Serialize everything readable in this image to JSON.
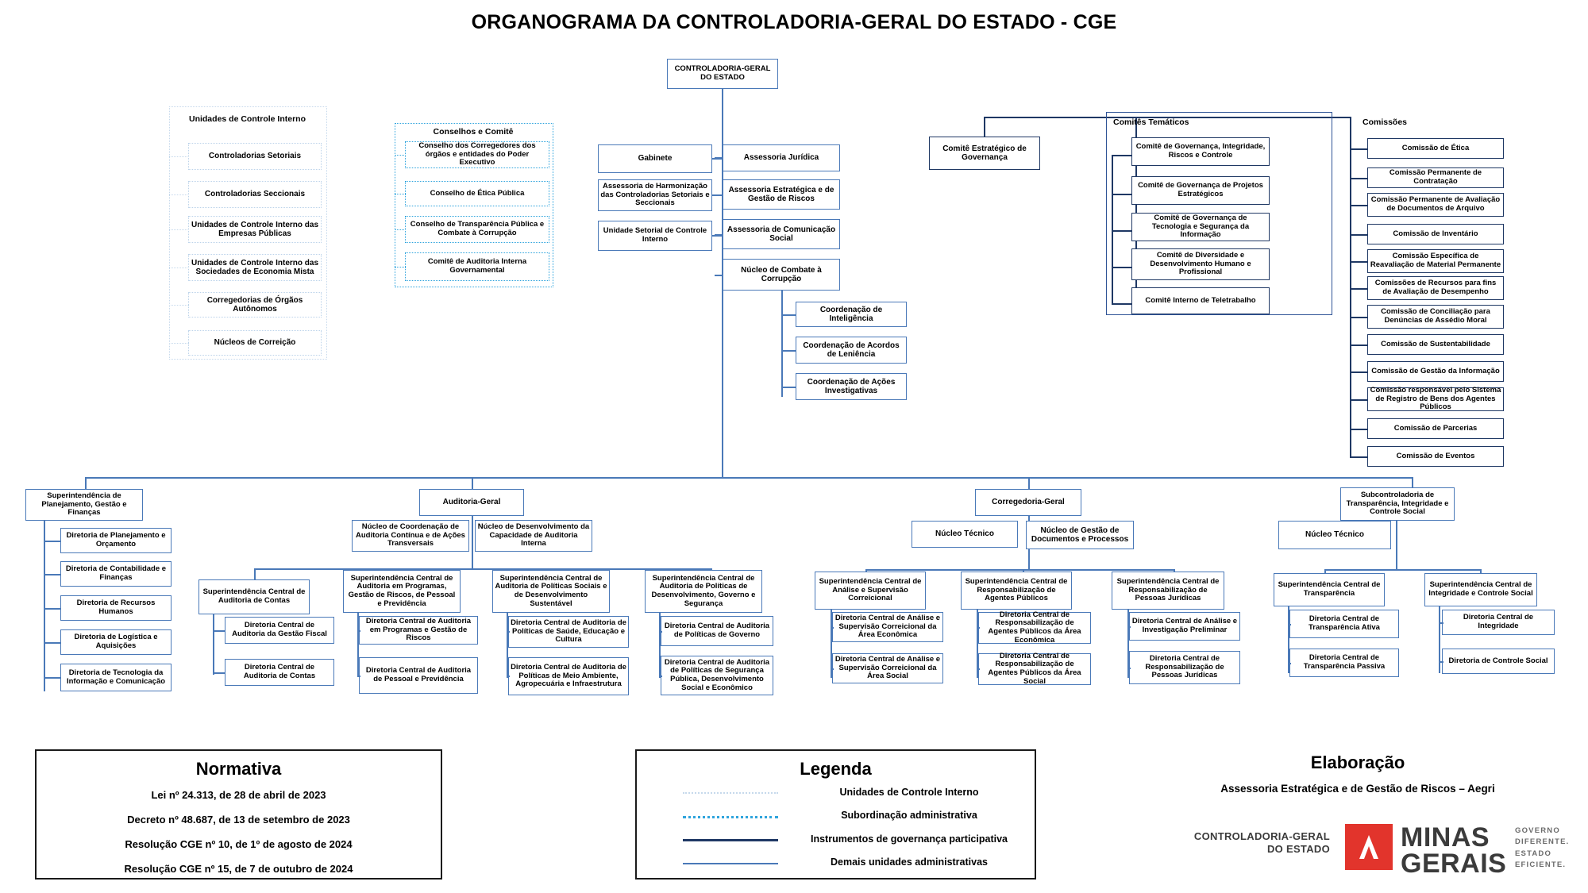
{
  "title": "ORGANOGRAMA DA CONTROLADORIA-GERAL DO ESTADO - CGE",
  "root": {
    "label": "CONTROLADORIA-GERAL DO ESTADO"
  },
  "groups": {
    "unidades_controle_interno": {
      "label": "Unidades de Controle Interno",
      "items": [
        "Controladorias Setoriais",
        "Controladorias Seccionais",
        "Unidades de Controle Interno das Empresas Públicas",
        "Unidades de Controle Interno das Sociedades de Economia Mista",
        "Corregedorias de Órgãos Autônomos",
        "Núcleos de Correição"
      ]
    },
    "conselhos_comite": {
      "label": "Conselhos e Comitê",
      "items": [
        "Conselho dos Corregedores dos órgãos e entidades do Poder Executivo",
        "Conselho de Ética Pública",
        "Conselho de Transparência Pública e Combate à Corrupção",
        "Comitê de Auditoria Interna Governamental"
      ]
    },
    "comites_tematicos": {
      "label": "Comitês Temáticos",
      "items": [
        "Comitê de Governança, Integridade, Riscos e Controle",
        "Comitê de Governança de Projetos Estratégicos",
        "Comitê de Governança de Tecnologia e Segurança da Informação",
        "Comitê de Diversidade e Desenvolvimento Humano e Profissional",
        "Comitê Interno de Teletrabalho"
      ]
    },
    "comissoes": {
      "label": "Comissões",
      "items": [
        "Comissão de Ética",
        "Comissão Permanente de Contratação",
        "Comissão Permanente de Avaliação de Documentos de Arquivo",
        "Comissão de Inventário",
        "Comissão Específica de Reavaliação de Material Permanente",
        "Comissões de Recursos para fins de Avaliação de Desempenho",
        "Comissão de Conciliação para Denúncias de Assédio Moral",
        "Comissão de Sustentabilidade",
        "Comissão de Gestão da Informação",
        "Comissão responsável pelo Sistema de Registro de Bens dos Agentes Públicos",
        "Comissão de Parcerias",
        "Comissão de Eventos"
      ]
    }
  },
  "staff_left": [
    "Gabinete",
    "Assessoria de Harmonização das Controladorias Setoriais e Seccionais",
    "Unidade Setorial de Controle Interno"
  ],
  "staff_right": [
    "Assessoria Jurídica",
    "Assessoria Estratégica e de Gestão de Riscos",
    "Assessoria de Comunicação Social",
    "Núcleo de Combate à Corrupção"
  ],
  "nucleo_combate_children": [
    "Coordenação de Inteligência",
    "Coordenação de Acordos de Leniência",
    "Coordenação de Ações Investigativas"
  ],
  "comite_estrategico": "Comitê Estratégico de Governança",
  "branch_planejamento": {
    "head": "Superintendência de Planejamento, Gestão e Finanças",
    "children": [
      "Diretoria de Planejamento e Orçamento",
      "Diretoria de Contabilidade e Finanças",
      "Diretoria de Recursos Humanos",
      "Diretoria de Logística e Aquisições",
      "Diretoria de Tecnologia da Informação e Comunicação"
    ]
  },
  "branch_auditoria": {
    "head": "Auditoria-Geral",
    "nucleos": [
      "Núcleo de Coordenação de Auditoria Contínua e de Ações Transversais",
      "Núcleo de Desenvolvimento da Capacidade de Auditoria Interna"
    ],
    "superintendencias": [
      {
        "head": "Superintendência Central de Auditoria de Contas",
        "children": [
          "Diretoria Central de Auditoria da Gestão Fiscal",
          "Diretoria Central de Auditoria de Contas"
        ]
      },
      {
        "head": "Superintendência Central de Auditoria em Programas, Gestão de Riscos, de Pessoal e Previdência",
        "children": [
          "Diretoria Central de Auditoria em Programas e Gestão de Riscos",
          "Diretoria Central de Auditoria de Pessoal e Previdência"
        ]
      },
      {
        "head": "Superintendência Central de Auditoria de Políticas Sociais e de Desenvolvimento Sustentável",
        "children": [
          "Diretoria Central de Auditoria de Políticas de Saúde, Educação e Cultura",
          "Diretoria Central de Auditoria de Políticas de Meio Ambiente, Agropecuária e Infraestrutura"
        ]
      },
      {
        "head": "Superintendência Central de Auditoria de Políticas de Desenvolvimento, Governo e Segurança",
        "children": [
          "Diretoria Central de Auditoria de Políticas de Governo",
          "Diretoria Central de Auditoria de Políticas de Segurança Pública, Desenvolvimento Social e Econômico"
        ]
      }
    ]
  },
  "branch_corregedoria": {
    "head": "Corregedoria-Geral",
    "nucleos": [
      "Núcleo Técnico",
      "Núcleo de Gestão de Documentos e Processos"
    ],
    "superintendencias": [
      {
        "head": "Superintendência Central de Análise e Supervisão Correicional",
        "children": [
          "Diretoria Central de Análise e Supervisão Correicional da Área Econômica",
          "Diretoria Central de Análise e Supervisão Correicional da Área Social"
        ]
      },
      {
        "head": "Superintendência Central de Responsabilização de Agentes Públicos",
        "children": [
          "Diretoria Central de Responsabilização de Agentes Públicos da Área Econômica",
          "Diretoria Central de Responsabilização de Agentes Públicos da Área Social"
        ]
      },
      {
        "head": "Superintendência Central de Responsabilização de Pessoas Jurídicas",
        "children": [
          "Diretoria Central de Análise e Investigação Preliminar",
          "Diretoria Central de Responsabilização de Pessoas Jurídicas"
        ]
      }
    ]
  },
  "branch_subcontroladoria": {
    "head": "Subcontroladoria de Transparência, Integridade e Controle Social",
    "nucleos": [
      "Núcleo Técnico"
    ],
    "superintendencias": [
      {
        "head": "Superintendência Central de Transparência",
        "children": [
          "Diretoria Central de Transparência Ativa",
          "Diretoria Central de Transparência Passiva"
        ]
      },
      {
        "head": "Superintendência Central de Integridade e Controle Social",
        "children": [
          "Diretoria Central de Integridade",
          "Diretoria de Controle Social"
        ]
      }
    ]
  },
  "normativa": {
    "heading": "Normativa",
    "items": [
      "Lei nº 24.313, de 28 de abril de 2023",
      "Decreto nº 48.687, de 13 de setembro de 2023",
      "Resolução CGE nº 10, de 1º de agosto de 2024",
      "Resolução CGE nº 15, de 7 de outubro de 2024"
    ]
  },
  "legenda": {
    "heading": "Legenda",
    "rows": [
      {
        "label": "Unidades de Controle Interno",
        "style": "dotted-light",
        "color": "#c6d9ec"
      },
      {
        "label": "Subordinação administrativa",
        "style": "dotted-blue",
        "color": "#2fa4dd"
      },
      {
        "label": "Instrumentos de governança participativa",
        "style": "solid-dark",
        "color": "#1f3864"
      },
      {
        "label": "Demais unidades administrativas",
        "style": "solid-blue",
        "color": "#4a79b8"
      }
    ]
  },
  "elaboracao": {
    "heading": "Elaboração",
    "subtitle": "Assessoria Estratégica e de Gestão de Riscos – Aegri",
    "logo_cge_line1": "CONTROLADORIA-GERAL",
    "logo_cge_line2": "DO ESTADO",
    "logo_mg_line1": "MINAS",
    "logo_mg_line2": "GERAIS",
    "logo_gov_line1": "GOVERNO",
    "logo_gov_line2": "DIFERENTE.",
    "logo_gov_line3": "ESTADO",
    "logo_gov_line4": "EFICIENTE."
  },
  "colors": {
    "box_blue": "#4a79b8",
    "box_dark": "#1f3864",
    "dot_light": "#c6d9ec",
    "dot_blue": "#2fa4dd"
  }
}
